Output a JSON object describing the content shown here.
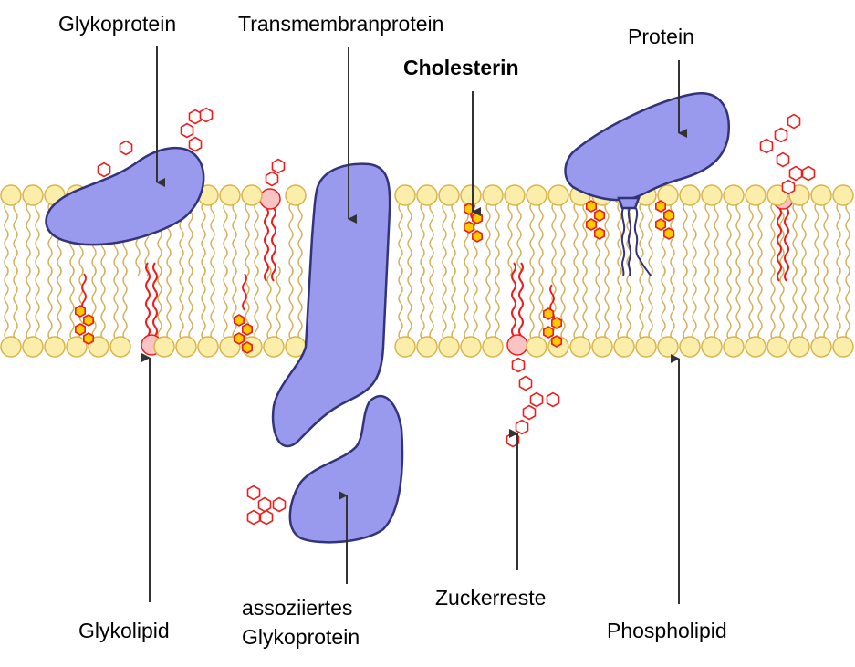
{
  "labels": {
    "glykoprotein": "Glykoprotein",
    "transmembranprotein": "Transmembranprotein",
    "cholesterin": "Cholesterin",
    "protein": "Protein",
    "glykolipid": "Glykolipid",
    "assoziiertes_line1": "assoziiertes",
    "assoziiertes_line2": "Glykoprotein",
    "zuckerreste": "Zuckerreste",
    "phospholipid": "Phospholipid"
  },
  "colors": {
    "protein_fill": "#9999ee",
    "protein_stroke": "#33337a",
    "head_fill": "#fbeeaa",
    "head_stroke": "#d9b44a",
    "tail": "#d4b05a",
    "sugar": "#ee1c1c",
    "sugar_fill": "#ffffff",
    "cholesterol_fill": "#ffcc00",
    "cholesterol_stroke": "#ee1c1c",
    "glycolipid_head": "#fbc4c4",
    "arrow": "#333333"
  }
}
